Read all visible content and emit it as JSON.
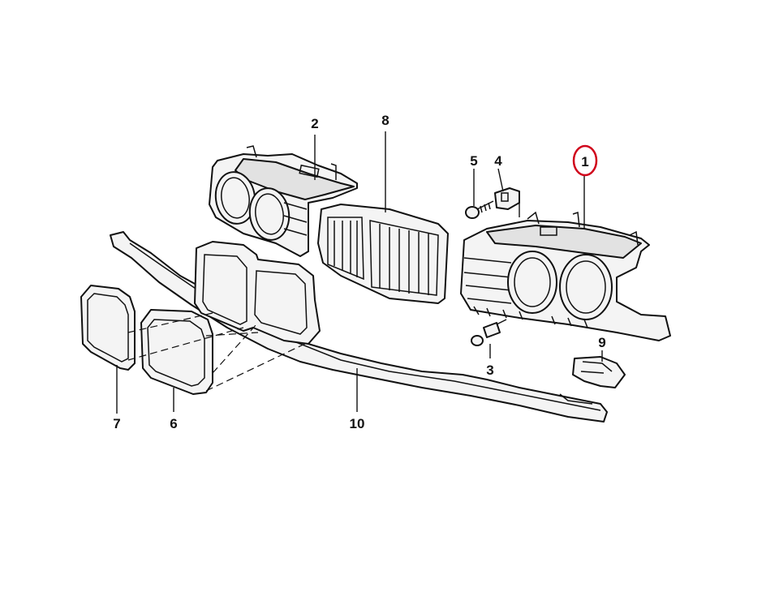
{
  "callouts": [
    {
      "id": "1",
      "label": "1",
      "highlighted": true
    },
    {
      "id": "2",
      "label": "2"
    },
    {
      "id": "3",
      "label": "3"
    },
    {
      "id": "4",
      "label": "4"
    },
    {
      "id": "5",
      "label": "5"
    },
    {
      "id": "6",
      "label": "6"
    },
    {
      "id": "7",
      "label": "7"
    },
    {
      "id": "8",
      "label": "8"
    },
    {
      "id": "9",
      "label": "9"
    },
    {
      "id": "10",
      "label": "10"
    }
  ],
  "highlight_color": "#d0021b",
  "line_color": "#111111"
}
